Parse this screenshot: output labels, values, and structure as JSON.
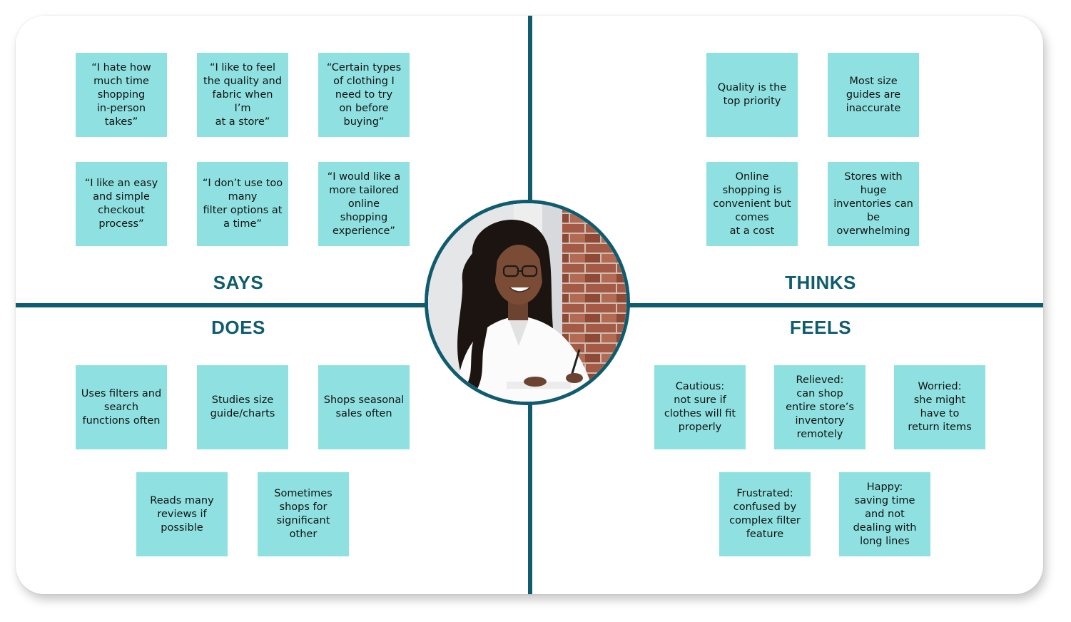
{
  "quadrants": {
    "says": "SAYS",
    "thinks": "THINKS",
    "does": "DOES",
    "feels": "FEELS"
  },
  "notes": {
    "says": [
      "“I hate how\nmuch time\nshopping\nin-person\ntakes”",
      "“I like to feel\nthe quality and\nfabric when\nI’m\nat a store”",
      "“Certain types\nof clothing I\nneed to try\non before\nbuying”",
      "“I like an easy\nand simple\ncheckout\nprocess”",
      "“I don’t use too\nmany\nfilter options at\na time”",
      "“I would like a\nmore tailored\nonline\nshopping\nexperience”"
    ],
    "thinks": [
      "Quality is the\ntop priority",
      "Most size\nguides are\ninaccurate",
      "Online\nshopping is\nconvenient but\ncomes\nat a cost",
      "Stores with\nhuge\ninventories can\nbe\noverwhelming"
    ],
    "does": [
      "Uses filters and\nsearch\nfunctions often",
      "Studies size\nguide/charts",
      "Shops seasonal\nsales often",
      "Reads many\nreviews if\npossible",
      "Sometimes\nshops for\nsignificant\nother"
    ],
    "feels": [
      "Cautious:\nnot sure if\nclothes will fit\nproperly",
      "Relieved:\ncan shop\nentire store’s\ninventory\nremotely",
      "Worried:\nshe might\nhave to\nreturn items",
      "Frustrated:\nconfused by\ncomplex filter\nfeature",
      "Happy:\nsaving time\nand not\ndealing with\nlong lines"
    ]
  },
  "colors": {
    "accent": "#0f5c6e",
    "note": "#8fe1e1"
  },
  "icons": {
    "avatar": "user-persona-photo"
  }
}
